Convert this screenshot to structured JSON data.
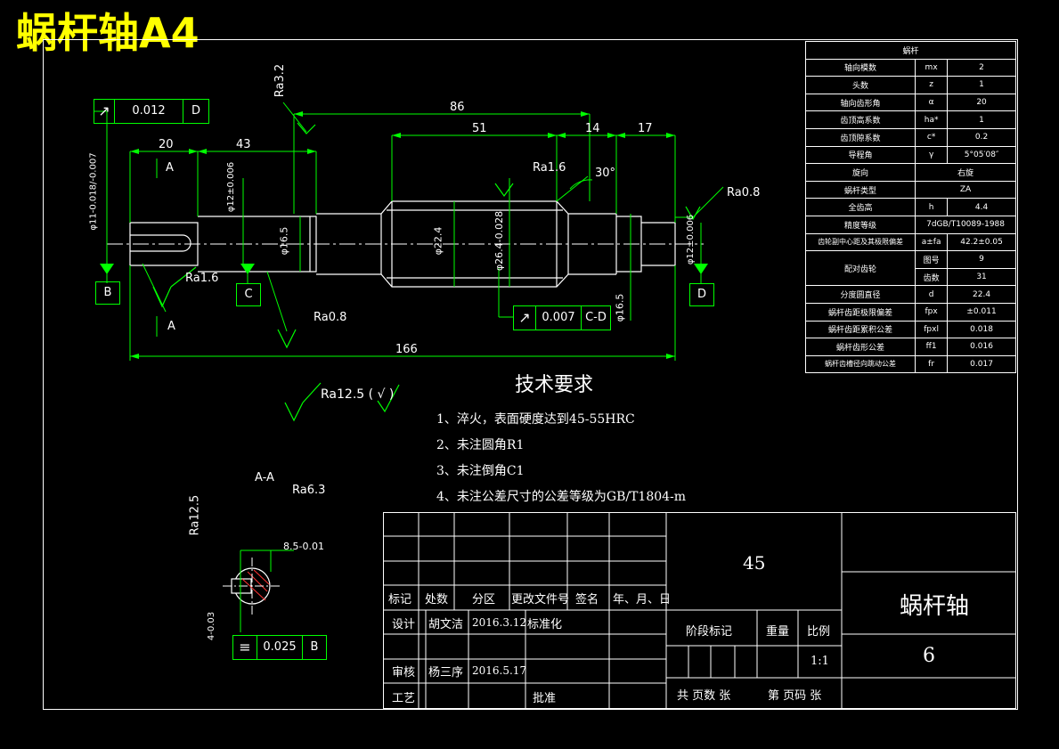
{
  "header": {
    "title": "蜗杆轴A4"
  },
  "drawing": {
    "dims": {
      "d86": "86",
      "d51": "51",
      "d14": "14",
      "d17": "17",
      "d20": "20",
      "d43": "43",
      "d166": "166",
      "dia11": "φ11-0.018/-0.007",
      "dia12a": "φ12±0.006",
      "dia16a": "φ16.5",
      "dia22": "φ22.4",
      "dia26": "φ26.4-0.028",
      "dia16b": "φ16.5",
      "dia12b": "φ12±0.006"
    },
    "roughness": {
      "ra32": "Ra3.2",
      "ra16a": "Ra1.6",
      "ra16b": "Ra1.6",
      "ra08a": "Ra0.8",
      "ra08b": "Ra0.8",
      "ra125": "Ra12.5",
      "ra63": "Ra6.3",
      "ra125b": "Ra12.5"
    },
    "angle": "30°",
    "datums": {
      "b": "B",
      "c": "C",
      "d": "D",
      "a1": "A",
      "a2": "A"
    },
    "fcf1": {
      "tol": "0.012",
      "datum": "D"
    },
    "fcf2": {
      "tol": "0.007",
      "datum": "C-D"
    },
    "fcf3": {
      "tol": "0.025",
      "datum": "B"
    },
    "section": {
      "label": "A-A",
      "keyw": "8.5-0.01",
      "depth": "4-0.03"
    },
    "general_roughness": "Ra12.5 ( √ )"
  },
  "params": {
    "title": "蜗杆",
    "rows": [
      [
        "轴向模数",
        "mx",
        "2"
      ],
      [
        "头数",
        "z",
        "1"
      ],
      [
        "轴向齿形角",
        "α",
        "20"
      ],
      [
        "齿顶高系数",
        "ha*",
        "1"
      ],
      [
        "齿顶隙系数",
        "c*",
        "0.2"
      ],
      [
        "导程角",
        "γ",
        "5°05′08″"
      ],
      [
        "旋向",
        "",
        "右旋"
      ],
      [
        "蜗杆类型",
        "",
        "ZA"
      ],
      [
        "全齿高",
        "h",
        "4.4"
      ],
      [
        "精度等级",
        "",
        "7dGB/T10089-1988"
      ],
      [
        "齿轮副中心距及其极限偏差",
        "a±fa",
        "42.2±0.05"
      ],
      [
        "配对齿轮",
        "图号",
        "9"
      ],
      [
        "",
        "齿数",
        "31"
      ],
      [
        "分度圆直径",
        "d",
        "22.4"
      ],
      [
        "蜗杆齿距极限偏差",
        "fpx",
        "±0.011"
      ],
      [
        "蜗杆齿距累积公差",
        "fpxl",
        "0.018"
      ],
      [
        "蜗杆齿形公差",
        "ff1",
        "0.016"
      ],
      [
        "蜗杆齿槽径向跳动公差",
        "fr",
        "0.017"
      ]
    ]
  },
  "requirements": {
    "title": "技术要求",
    "items": [
      "1、淬火，表面硬度达到45-55HRC",
      "2、未注圆角R1",
      "3、未注倒角C1",
      "4、未注公差尺寸的公差等级为GB/T1804-m"
    ]
  },
  "titleblock": {
    "material": "45",
    "part_name": "蜗杆轴",
    "drawing_no": "6",
    "row_headers": [
      "标记",
      "处数",
      "分区",
      "更改文件号",
      "签名",
      "年、月、日"
    ],
    "design_label": "设计",
    "designer": "胡文洁",
    "design_date": "2016.3.12",
    "std_label": "标准化",
    "check_label": "审核",
    "checker": "杨三序",
    "check_date": "2016.5.17",
    "process_label": "工艺",
    "approve_label": "批准",
    "stage_label": "阶段标记",
    "weight_label": "重量",
    "scale_label": "比例",
    "scale": "1:1",
    "sheets_label": "共 页数 张",
    "sheet_no_label": "第 页码 张"
  }
}
